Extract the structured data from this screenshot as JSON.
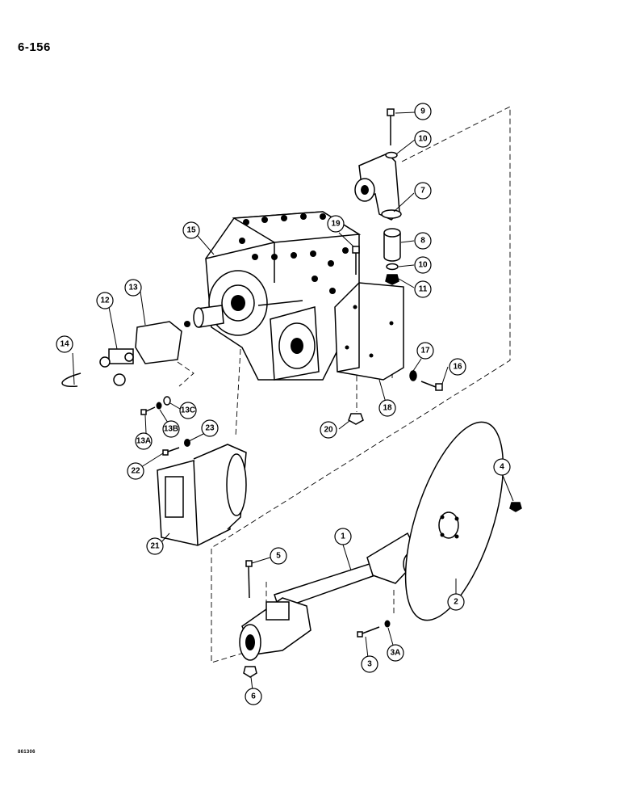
{
  "page_number": "6-156",
  "figure_code": "861306",
  "callouts": [
    {
      "id": "c1",
      "label": "1"
    },
    {
      "id": "c2",
      "label": "2"
    },
    {
      "id": "c3",
      "label": "3"
    },
    {
      "id": "c3a",
      "label": "3A"
    },
    {
      "id": "c4",
      "label": "4"
    },
    {
      "id": "c5",
      "label": "5"
    },
    {
      "id": "c6",
      "label": "6"
    },
    {
      "id": "c7",
      "label": "7"
    },
    {
      "id": "c8",
      "label": "8"
    },
    {
      "id": "c9",
      "label": "9"
    },
    {
      "id": "c10a",
      "label": "10"
    },
    {
      "id": "c10b",
      "label": "10"
    },
    {
      "id": "c11",
      "label": "11"
    },
    {
      "id": "c12",
      "label": "12"
    },
    {
      "id": "c13",
      "label": "13"
    },
    {
      "id": "c13a",
      "label": "13A"
    },
    {
      "id": "c13b",
      "label": "13B"
    },
    {
      "id": "c13c",
      "label": "13C"
    },
    {
      "id": "c14",
      "label": "14"
    },
    {
      "id": "c15",
      "label": "15"
    },
    {
      "id": "c16",
      "label": "16"
    },
    {
      "id": "c17",
      "label": "17"
    },
    {
      "id": "c18",
      "label": "18"
    },
    {
      "id": "c19",
      "label": "19"
    },
    {
      "id": "c20",
      "label": "20"
    },
    {
      "id": "c21",
      "label": "21"
    },
    {
      "id": "c22",
      "label": "22"
    },
    {
      "id": "c23",
      "label": "23"
    }
  ]
}
